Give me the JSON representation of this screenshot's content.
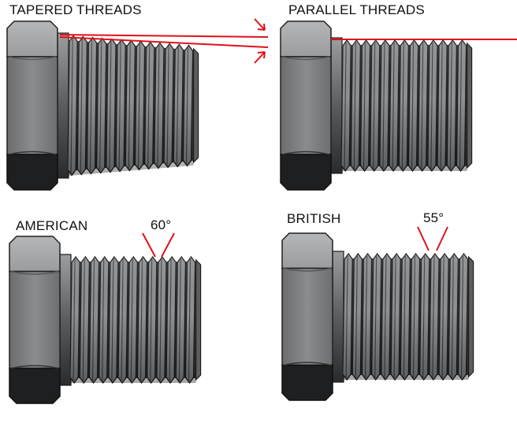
{
  "panels": [
    {
      "id": "tapered",
      "label": "TAPERED THREADS",
      "variant": "tapered"
    },
    {
      "id": "parallel",
      "label": "PARALLEL THREADS",
      "variant": "parallel"
    },
    {
      "id": "american",
      "label": "AMERICAN",
      "variant": "angle",
      "angle_label": "60°",
      "angle_deg": 60
    },
    {
      "id": "british",
      "label": "BRITISH",
      "variant": "angle",
      "angle_label": "55°",
      "angle_deg": 55
    }
  ],
  "colors": {
    "accent_red": "#e0101a",
    "hex_light": "#a4a6a8",
    "hex_mid": "#7c7e80",
    "hex_dark": "#1e1f20",
    "thread_dark": "#3c3d3f",
    "thread_light": "#8e9092"
  }
}
